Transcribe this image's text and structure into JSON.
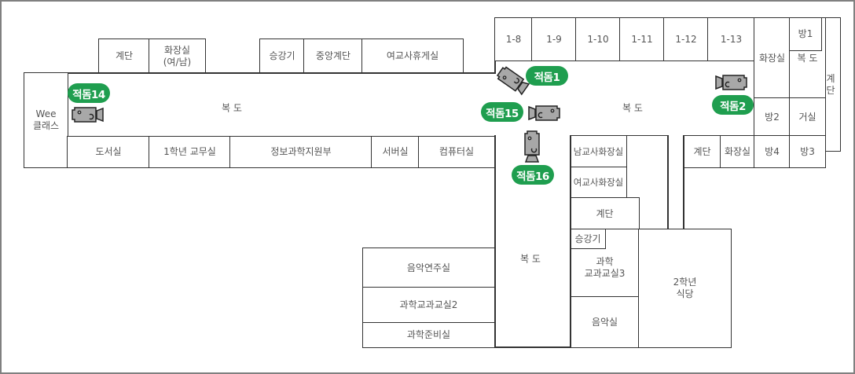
{
  "rooms": {
    "stairs_left": "계단",
    "restroom_fm": "화장실\n(여/남)",
    "elevator_top": "승강기",
    "central_stairs": "중앙계단",
    "female_teacher_lounge": "여교사휴게실",
    "wee_class": "Wee\n클래스",
    "library": "도서실",
    "grade1_office": "1학년 교무실",
    "info_science": "정보과학지원부",
    "server_room": "서버실",
    "computer_room": "컴퓨터실",
    "class_1_8": "1-8",
    "class_1_9": "1-9",
    "class_1_10": "1-10",
    "class_1_11": "1-11",
    "class_1_12": "1-12",
    "class_1_13": "1-13",
    "restroom_right": "화장실",
    "room1": "방1",
    "corridor_small": "복 도",
    "stairs_vertical": "계\n단",
    "room2": "방2",
    "living_room": "거실",
    "stairs_right": "계단",
    "restroom_right_bottom": "화장실",
    "room4": "방4",
    "room3": "방3",
    "male_teacher_restroom": "남교사화장실",
    "female_teacher_restroom": "여교사화장실",
    "stairs_center": "계단",
    "elevator_center": "승강기",
    "science_room3": "과학\n교과교실3",
    "music_room": "음악실",
    "grade2_cafeteria": "2학년\n식당",
    "music_practice": "음악연주실",
    "science_room2": "과학교과교실2",
    "science_prep": "과학준비실"
  },
  "corridors": {
    "left": "복 도",
    "right": "복 도",
    "bottom": "복 도"
  },
  "cameras": [
    {
      "label": "적돔14",
      "icon": "cctv-camera-icon"
    },
    {
      "label": "적돔1",
      "icon": "cctv-camera-icon"
    },
    {
      "label": "적돔15",
      "icon": "cctv-camera-icon"
    },
    {
      "label": "적돔16",
      "icon": "cctv-camera-icon"
    },
    {
      "label": "적돔2",
      "icon": "cctv-camera-icon"
    }
  ],
  "colors": {
    "badge": "#1f9e4f",
    "camera": "#a8a8a8",
    "wall": "#333333"
  }
}
